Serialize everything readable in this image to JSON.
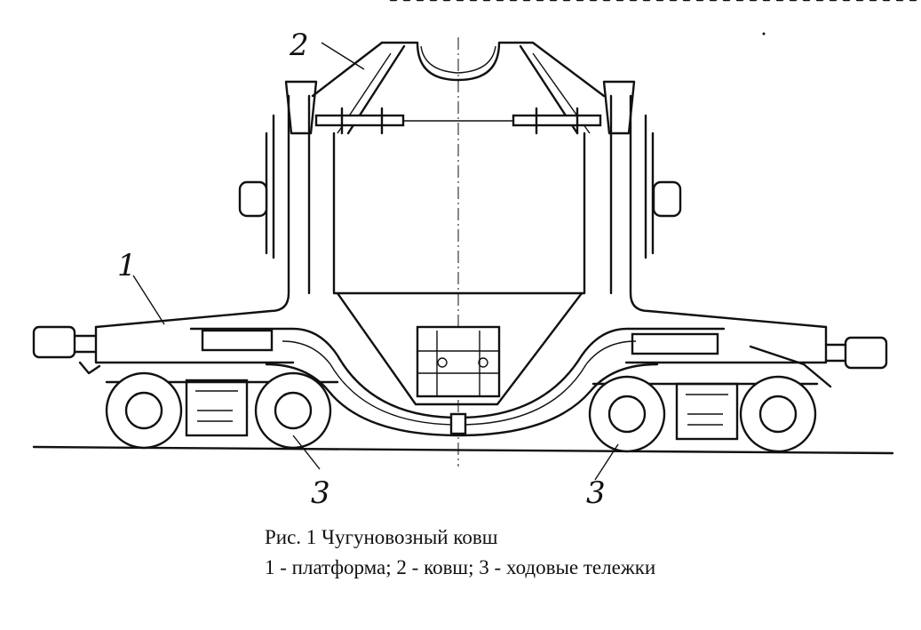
{
  "figure": {
    "labels": {
      "platform": "1",
      "ladle": "2",
      "bogie_left": "3",
      "bogie_right": "3"
    },
    "caption": {
      "title": "Рис. 1 Чугуновозный ковш",
      "legend": "1 - платформа; 2 - ковш; 3 - ходовые тележки"
    }
  }
}
